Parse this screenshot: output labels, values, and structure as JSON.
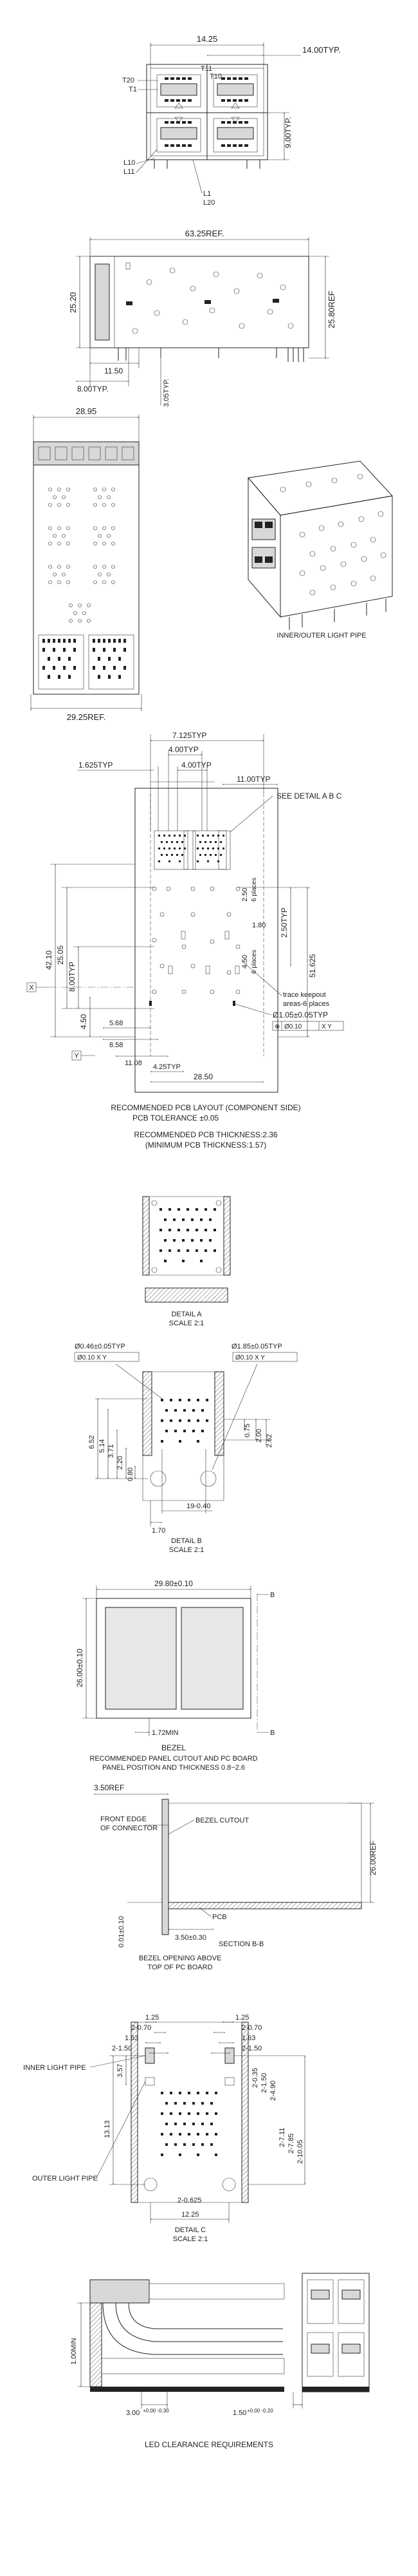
{
  "view1": {
    "dim_14_25": "14.25",
    "dim_14_00": "14.00TYP.",
    "dim_9_00": "9.00TYP.",
    "t20": "T20",
    "t1": "T1",
    "t11": "T11",
    "t10": "T10",
    "l10": "L10",
    "l11": "L11",
    "l1": "L1",
    "l20": "L20"
  },
  "view2": {
    "dim_63_25": "63.25REF.",
    "dim_25_20": "25.20",
    "dim_25_80": "25.80REF",
    "dim_11_50": "11.50",
    "dim_8_00": "8.00TYP.",
    "dim_3_05": "3.05TYP."
  },
  "view3": {
    "dim_28_95": "28.95",
    "dim_29_25": "29.25REF.",
    "light_pipe": "INNER/OUTER LIGHT PIPE"
  },
  "layout": {
    "d7125": "7.125TYP",
    "d400a": "4.00TYP",
    "d1625": "1.625TYP",
    "d400b": "4.00TYP",
    "d1100": "11.00TYP",
    "see_detail": "SEE DETAIL A B C",
    "d4210": "42.10",
    "d2505": "25.05",
    "d800": "8.00TYP",
    "d250": "2.50",
    "d250typ": "2.50TYP",
    "d6places": "6 places",
    "d51625": "51.625",
    "d180": "1.80",
    "d450r": "4.50",
    "d6places2": "6 places",
    "trace1": "trace keepout",
    "trace2": "areas-6 places",
    "d105": "Ø1.05±0.05TYP",
    "tol1": "Ø0.10",
    "tol1m": "X Y",
    "datum_x": "X",
    "datum_y": "Y",
    "d450": "4.50",
    "d568": "5.68",
    "d858": "8.58",
    "d1108": "11.08",
    "d425": "4.25TYP",
    "d2850": "28.50",
    "cap1": "RECOMMENDED PCB LAYOUT (COMPONENT SIDE)",
    "cap2": "PCB TOLERANCE ±0.05",
    "cap3": "RECOMMENDED PCB THICKNESS:2.36",
    "cap4": "(MINIMUM PCB THICKNESS:1.57)"
  },
  "detailA": {
    "cap1": "DETAIL A",
    "cap2": "SCALE 2:1"
  },
  "detailB": {
    "d046": "Ø0.46±0.05TYP",
    "d185": "Ø1.85±0.05TYP",
    "tol_left": "Ø0.10 X Y",
    "tol_right": "Ø0.10 X Y",
    "d652": "6.52",
    "d514": "5.14",
    "d371": "3.71",
    "d220": "2.20",
    "d080": "0.80",
    "d075": "0.75",
    "d200": "2.00",
    "d262": "2.62",
    "d1940": "19-0.40",
    "d170": "1.70",
    "cap1": "DETAIL B",
    "cap2": "SCALE 2:1"
  },
  "bezel": {
    "d2980": "29.80±0.10",
    "d2600": "26.00±0.10",
    "d172": "1.72MIN",
    "b_top": "B",
    "b_bot": "B",
    "title": "BEZEL",
    "cap1": "RECOMMENDED PANEL CUTOUT AND PC BOARD",
    "cap2": "PANEL POSITION AND THICKNESS 0.8~2.6"
  },
  "sectionB": {
    "d350ref": "3.50REF",
    "front1": "FRONT EDGE",
    "front2": "OF CONNECTOR",
    "bezel_cutout": "BEZEL CUTOUT",
    "d2600ref": "26.00REF",
    "pcb": "PCB",
    "d001": "0.01±0.10",
    "d350": "3.50±0.30",
    "cap": "SECTION B-B",
    "cap2": "BEZEL OPENING ABOVE",
    "cap3": "TOP OF PC BOARD"
  },
  "detailC": {
    "l125": "1.25",
    "l2070": "2-0.70",
    "l163": "1.63",
    "l2150": "2-1.50",
    "r125": "1.25",
    "r2070": "2-0.70",
    "r163": "1.63",
    "r2150": "2-1.50",
    "inner": "INNER LIGHT PIPE",
    "outer": "OUTER LIGHT PIPE",
    "d1313": "13.13",
    "d357": "3.57",
    "d20625": "2-0.625",
    "d1225": "12.25",
    "v2035": "2-0.35",
    "v2150": "2-1.50",
    "v2490": "2-4.90",
    "v2711": "2-7.11",
    "v2785": "2-7.85",
    "v21005": "2-10.05",
    "cap1": "DETAIL C",
    "cap2": "SCALE 2:1"
  },
  "led": {
    "d100": "1.00MIN",
    "d300": "3.00",
    "d300tol": "+0.00 -0.30",
    "d150": "1.50",
    "d150tol": "+0.00 -0.20",
    "cap": "LED CLEARANCE REQUIREMENTS"
  }
}
